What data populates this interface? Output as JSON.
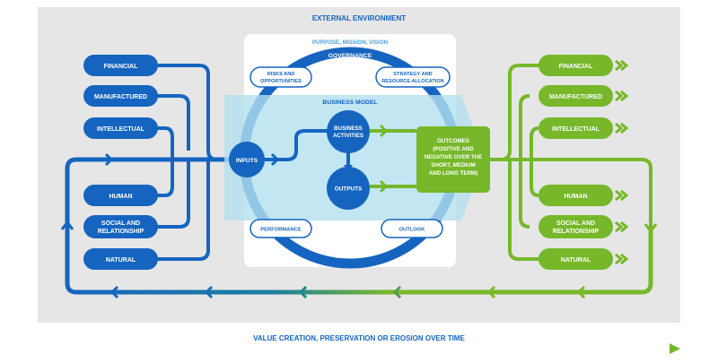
{
  "environment_label": "EXTERNAL ENVIRONMENT",
  "purpose_label": "PURPOSE, MISSION, VISION",
  "governance_label": "GOVERNANCE",
  "business_model_label": "BUSINESS MODEL",
  "risks_label": [
    "RISKS AND",
    "OPPORTUNITIES"
  ],
  "strategy_label": [
    "STRATEGY AND",
    "RESOURCE ALLOCATION"
  ],
  "performance_label": "PERFORMANCE",
  "outlook_label": "OUTLOOK",
  "inputs_label": "INPUTS",
  "business_activities_label": [
    "BUSINESS",
    "ACTIVITIES"
  ],
  "outputs_label": "OUTPUTS",
  "outcomes_label": [
    "OUTCOMES",
    "(POSITIVE AND",
    "NEGATIVE OVER THE",
    "SHORT, MEDIUM",
    "AND LONG TERM)"
  ],
  "capitals_left": [
    [
      "FINANCIAL"
    ],
    [
      "MANUFACTURED"
    ],
    [
      "INTELLECTUAL"
    ],
    [
      "HUMAN"
    ],
    [
      "SOCIAL AND",
      "RELATIONSHIP"
    ],
    [
      "NATURAL"
    ]
  ],
  "capitals_right": [
    [
      "FINANCIAL"
    ],
    [
      "MANUFACTURED"
    ],
    [
      "INTELLECTUAL"
    ],
    [
      "HUMAN"
    ],
    [
      "SOCIAL AND",
      "RELATIONSHIP"
    ],
    [
      "NATURAL"
    ]
  ],
  "timeline_label": "VALUE CREATION, PRESERVATION OR EROSION OVER TIME",
  "colors": {
    "blue": "#1565c0",
    "green": "#76b82a",
    "background": "#e6e6e6",
    "band": "#b3e0ef"
  }
}
